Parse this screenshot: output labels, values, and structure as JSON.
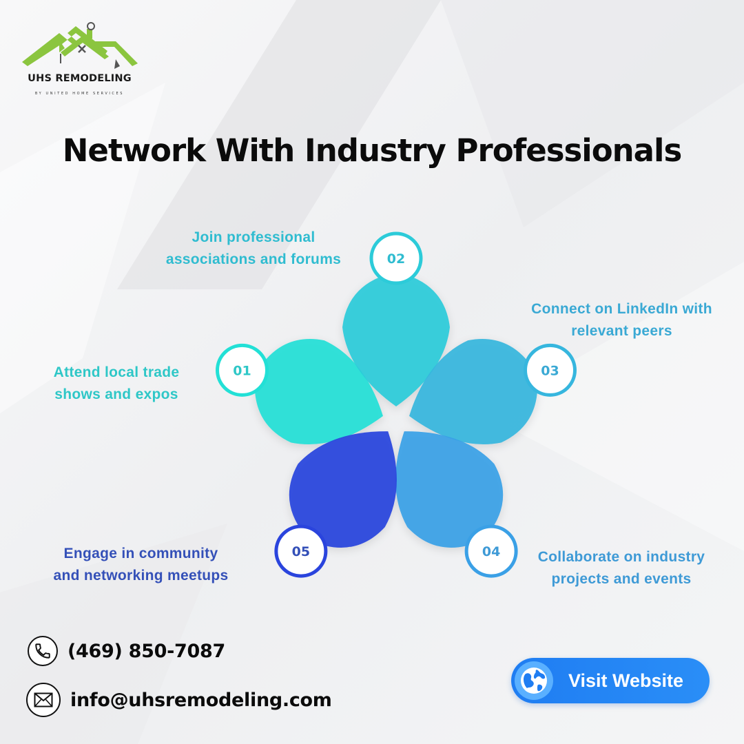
{
  "brand": {
    "name": "UHS REMODELING",
    "tagline": "BY UNITED HOME SERVICES",
    "logo_color": "#8bc53f"
  },
  "headline": "Network With Industry Professionals",
  "steps": [
    {
      "number": "01",
      "text_line1": "Attend local trade",
      "text_line2": "shows and expos",
      "color": "#22e0d6",
      "label_color": "#2ec7c7"
    },
    {
      "number": "02",
      "text_line1": "Join professional",
      "text_line2": "associations and forums",
      "color": "#2ccbd9",
      "label_color": "#2fbcd0"
    },
    {
      "number": "03",
      "text_line1": "Connect on LinkedIn with",
      "text_line2": "relevant peers",
      "color": "#36b6de",
      "label_color": "#3aa9d4"
    },
    {
      "number": "04",
      "text_line1": "Collaborate on industry",
      "text_line2": "projects and events",
      "color": "#3aa0e6",
      "label_color": "#3e9ad6"
    },
    {
      "number": "05",
      "text_line1": "Engage in community",
      "text_line2": "and networking meetups",
      "color": "#2a44dd",
      "label_color": "#3450b8"
    }
  ],
  "contact": {
    "phone": "(469) 850-7087",
    "email": "info@uhsremodeling.com",
    "phone_icon": "phone-icon",
    "email_icon": "envelope-icon"
  },
  "cta": {
    "label": "Visit Website",
    "icon": "globe-icon",
    "color": "#1f7df2"
  }
}
